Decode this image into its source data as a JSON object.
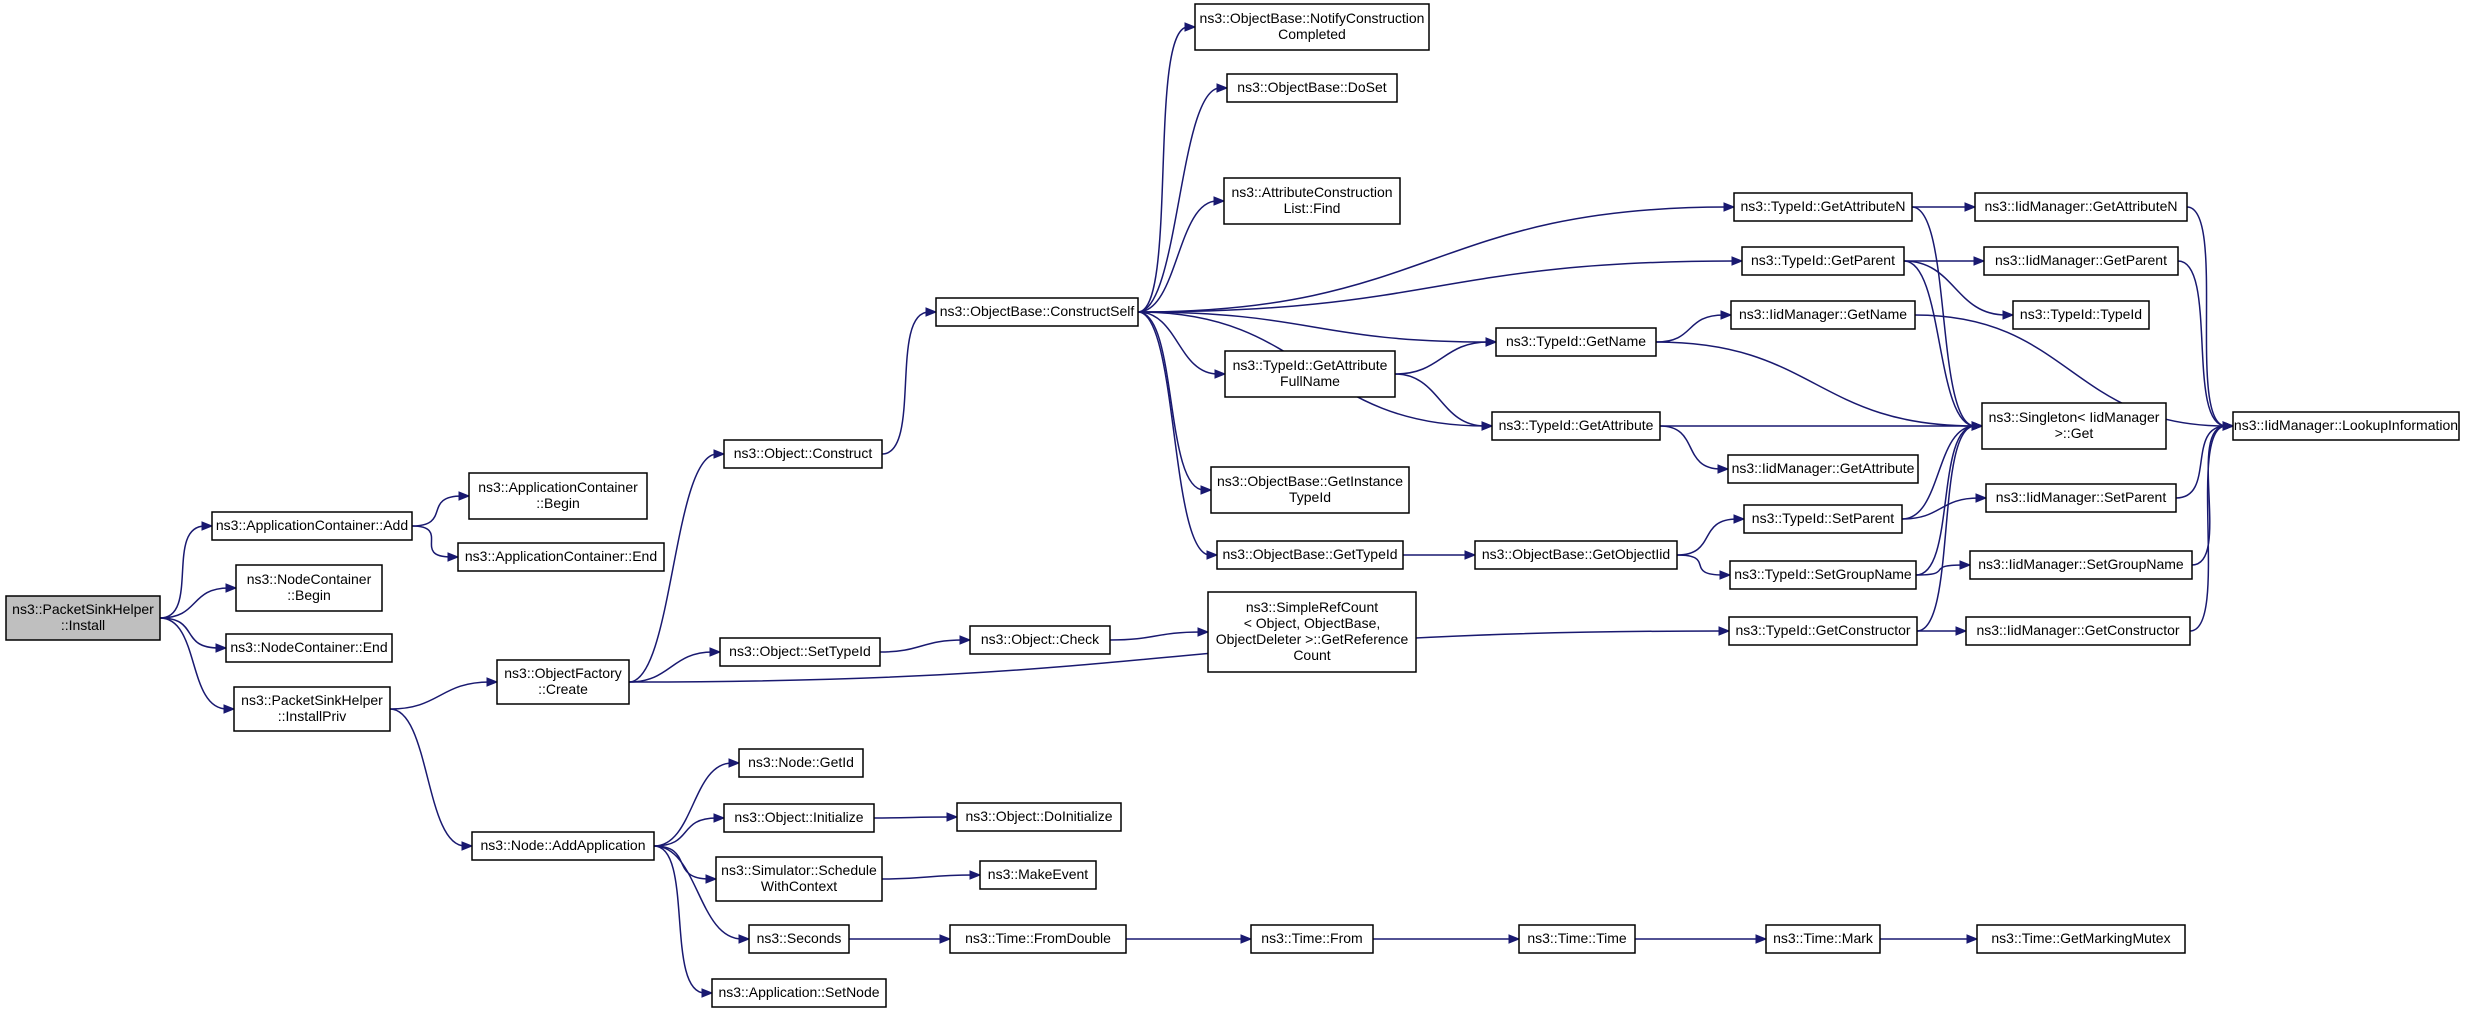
{
  "colors": {
    "edge": "#191970",
    "root_fill": "#bfbfbf",
    "node_fill": "#ffffff",
    "node_stroke": "#000000"
  },
  "nodes": [
    {
      "id": "psh_install",
      "lines": [
        "ns3::PacketSinkHelper",
        "::Install"
      ],
      "root": true
    },
    {
      "id": "appc_add",
      "lines": [
        "ns3::ApplicationContainer::Add"
      ]
    },
    {
      "id": "nodec_begin",
      "lines": [
        "ns3::NodeContainer",
        "::Begin"
      ]
    },
    {
      "id": "nodec_end",
      "lines": [
        "ns3::NodeContainer::End"
      ]
    },
    {
      "id": "psh_installpriv",
      "lines": [
        "ns3::PacketSinkHelper",
        "::InstallPriv"
      ]
    },
    {
      "id": "appc_begin",
      "lines": [
        "ns3::ApplicationContainer",
        "::Begin"
      ]
    },
    {
      "id": "appc_end",
      "lines": [
        "ns3::ApplicationContainer::End"
      ]
    },
    {
      "id": "objf_create",
      "lines": [
        "ns3::ObjectFactory",
        "::Create"
      ]
    },
    {
      "id": "node_addapp",
      "lines": [
        "ns3::Node::AddApplication"
      ]
    },
    {
      "id": "obj_construct",
      "lines": [
        "ns3::Object::Construct"
      ]
    },
    {
      "id": "obj_settypeid",
      "lines": [
        "ns3::Object::SetTypeId"
      ]
    },
    {
      "id": "node_getid",
      "lines": [
        "ns3::Node::GetId"
      ]
    },
    {
      "id": "obj_initialize",
      "lines": [
        "ns3::Object::Initialize"
      ]
    },
    {
      "id": "sim_schedule",
      "lines": [
        "ns3::Simulator::Schedule",
        "WithContext"
      ]
    },
    {
      "id": "seconds",
      "lines": [
        "ns3::Seconds"
      ]
    },
    {
      "id": "app_setnode",
      "lines": [
        "ns3::Application::SetNode"
      ]
    },
    {
      "id": "objb_constructself",
      "lines": [
        "ns3::ObjectBase::ConstructSelf"
      ]
    },
    {
      "id": "obj_check",
      "lines": [
        "ns3::Object::Check"
      ]
    },
    {
      "id": "obj_doinitialize",
      "lines": [
        "ns3::Object::DoInitialize"
      ]
    },
    {
      "id": "makeevent",
      "lines": [
        "ns3::MakeEvent"
      ]
    },
    {
      "id": "time_fromdouble",
      "lines": [
        "ns3::Time::FromDouble"
      ]
    },
    {
      "id": "objb_notify",
      "lines": [
        "ns3::ObjectBase::NotifyConstruction",
        "Completed"
      ]
    },
    {
      "id": "objb_doset",
      "lines": [
        "ns3::ObjectBase::DoSet"
      ]
    },
    {
      "id": "attrcl_find",
      "lines": [
        "ns3::AttributeConstruction",
        "List::Find"
      ]
    },
    {
      "id": "tid_getattrfullname",
      "lines": [
        "ns3::TypeId::GetAttribute",
        "FullName"
      ]
    },
    {
      "id": "objb_getinstancetypeid",
      "lines": [
        "ns3::ObjectBase::GetInstance",
        "TypeId"
      ]
    },
    {
      "id": "objb_gettypeid",
      "lines": [
        "ns3::ObjectBase::GetTypeId"
      ]
    },
    {
      "id": "src_getref",
      "lines": [
        "ns3::SimpleRefCount",
        "< Object, ObjectBase,",
        "ObjectDeleter >::GetReference",
        "Count"
      ]
    },
    {
      "id": "time_from",
      "lines": [
        "ns3::Time::From"
      ]
    },
    {
      "id": "tid_getname",
      "lines": [
        "ns3::TypeId::GetName"
      ]
    },
    {
      "id": "tid_getattribute",
      "lines": [
        "ns3::TypeId::GetAttribute"
      ]
    },
    {
      "id": "objb_getobjectiid",
      "lines": [
        "ns3::ObjectBase::GetObjectIid"
      ]
    },
    {
      "id": "time_time",
      "lines": [
        "ns3::Time::Time"
      ]
    },
    {
      "id": "tid_getattributen",
      "lines": [
        "ns3::TypeId::GetAttributeN"
      ]
    },
    {
      "id": "tid_getparent",
      "lines": [
        "ns3::TypeId::GetParent"
      ]
    },
    {
      "id": "iidm_getname",
      "lines": [
        "ns3::IidManager::GetName"
      ]
    },
    {
      "id": "iidm_getattribute",
      "lines": [
        "ns3::IidManager::GetAttribute"
      ]
    },
    {
      "id": "tid_setparent",
      "lines": [
        "ns3::TypeId::SetParent"
      ]
    },
    {
      "id": "tid_setgroupname",
      "lines": [
        "ns3::TypeId::SetGroupName"
      ]
    },
    {
      "id": "tid_getconstructor",
      "lines": [
        "ns3::TypeId::GetConstructor"
      ]
    },
    {
      "id": "time_mark",
      "lines": [
        "ns3::Time::Mark"
      ]
    },
    {
      "id": "iidm_getattributen",
      "lines": [
        "ns3::IidManager::GetAttributeN"
      ]
    },
    {
      "id": "iidm_getparent",
      "lines": [
        "ns3::IidManager::GetParent"
      ]
    },
    {
      "id": "tid_typeid",
      "lines": [
        "ns3::TypeId::TypeId"
      ]
    },
    {
      "id": "singleton_get",
      "lines": [
        "ns3::Singleton< IidManager",
        ">::Get"
      ]
    },
    {
      "id": "iidm_setparent",
      "lines": [
        "ns3::IidManager::SetParent"
      ]
    },
    {
      "id": "iidm_setgroupname",
      "lines": [
        "ns3::IidManager::SetGroupName"
      ]
    },
    {
      "id": "iidm_getconstructor",
      "lines": [
        "ns3::IidManager::GetConstructor"
      ]
    },
    {
      "id": "time_getmarkingmutex",
      "lines": [
        "ns3::Time::GetMarkingMutex"
      ]
    },
    {
      "id": "iidm_lookupinformation",
      "lines": [
        "ns3::IidManager::LookupInformation"
      ]
    }
  ],
  "edges": [
    [
      "psh_install",
      "appc_add"
    ],
    [
      "psh_install",
      "nodec_begin"
    ],
    [
      "psh_install",
      "nodec_end"
    ],
    [
      "psh_install",
      "psh_installpriv"
    ],
    [
      "appc_add",
      "appc_begin"
    ],
    [
      "appc_add",
      "appc_end"
    ],
    [
      "psh_installpriv",
      "objf_create"
    ],
    [
      "psh_installpriv",
      "node_addapp"
    ],
    [
      "objf_create",
      "obj_construct"
    ],
    [
      "objf_create",
      "obj_settypeid"
    ],
    [
      "objf_create",
      "tid_getconstructor"
    ],
    [
      "node_addapp",
      "node_getid"
    ],
    [
      "node_addapp",
      "obj_initialize"
    ],
    [
      "node_addapp",
      "sim_schedule"
    ],
    [
      "node_addapp",
      "seconds"
    ],
    [
      "node_addapp",
      "app_setnode"
    ],
    [
      "obj_construct",
      "objb_constructself"
    ],
    [
      "obj_settypeid",
      "obj_check"
    ],
    [
      "obj_initialize",
      "obj_doinitialize"
    ],
    [
      "sim_schedule",
      "makeevent"
    ],
    [
      "seconds",
      "time_fromdouble"
    ],
    [
      "objb_constructself",
      "objb_notify"
    ],
    [
      "objb_constructself",
      "objb_doset"
    ],
    [
      "objb_constructself",
      "attrcl_find"
    ],
    [
      "objb_constructself",
      "tid_getattrfullname"
    ],
    [
      "objb_constructself",
      "objb_getinstancetypeid"
    ],
    [
      "objb_constructself",
      "objb_gettypeid"
    ],
    [
      "objb_constructself",
      "tid_getname"
    ],
    [
      "objb_constructself",
      "tid_getattribute"
    ],
    [
      "objb_constructself",
      "tid_getattributen"
    ],
    [
      "objb_constructself",
      "tid_getparent"
    ],
    [
      "obj_check",
      "src_getref"
    ],
    [
      "time_fromdouble",
      "time_from"
    ],
    [
      "tid_getattrfullname",
      "tid_getname"
    ],
    [
      "tid_getattrfullname",
      "tid_getattribute"
    ],
    [
      "objb_gettypeid",
      "objb_getobjectiid"
    ],
    [
      "time_from",
      "time_time"
    ],
    [
      "tid_getname",
      "iidm_getname"
    ],
    [
      "tid_getname",
      "singleton_get"
    ],
    [
      "tid_getattribute",
      "singleton_get"
    ],
    [
      "tid_getattribute",
      "iidm_getattribute"
    ],
    [
      "objb_getobjectiid",
      "tid_setparent"
    ],
    [
      "objb_getobjectiid",
      "tid_setgroupname"
    ],
    [
      "time_time",
      "time_mark"
    ],
    [
      "tid_getattributen",
      "iidm_getattributen"
    ],
    [
      "tid_getattributen",
      "singleton_get"
    ],
    [
      "tid_getparent",
      "iidm_getparent"
    ],
    [
      "tid_getparent",
      "tid_typeid"
    ],
    [
      "tid_getparent",
      "singleton_get"
    ],
    [
      "iidm_getname",
      "iidm_lookupinformation"
    ],
    [
      "tid_setparent",
      "iidm_setparent"
    ],
    [
      "tid_setparent",
      "singleton_get"
    ],
    [
      "tid_setgroupname",
      "iidm_setgroupname"
    ],
    [
      "tid_setgroupname",
      "singleton_get"
    ],
    [
      "tid_getconstructor",
      "iidm_getconstructor"
    ],
    [
      "tid_getconstructor",
      "singleton_get"
    ],
    [
      "time_mark",
      "time_getmarkingmutex"
    ],
    [
      "iidm_getattributen",
      "iidm_lookupinformation"
    ],
    [
      "iidm_getparent",
      "iidm_lookupinformation"
    ],
    [
      "iidm_setparent",
      "iidm_lookupinformation"
    ],
    [
      "iidm_setgroupname",
      "iidm_lookupinformation"
    ],
    [
      "iidm_getconstructor",
      "iidm_lookupinformation"
    ]
  ]
}
